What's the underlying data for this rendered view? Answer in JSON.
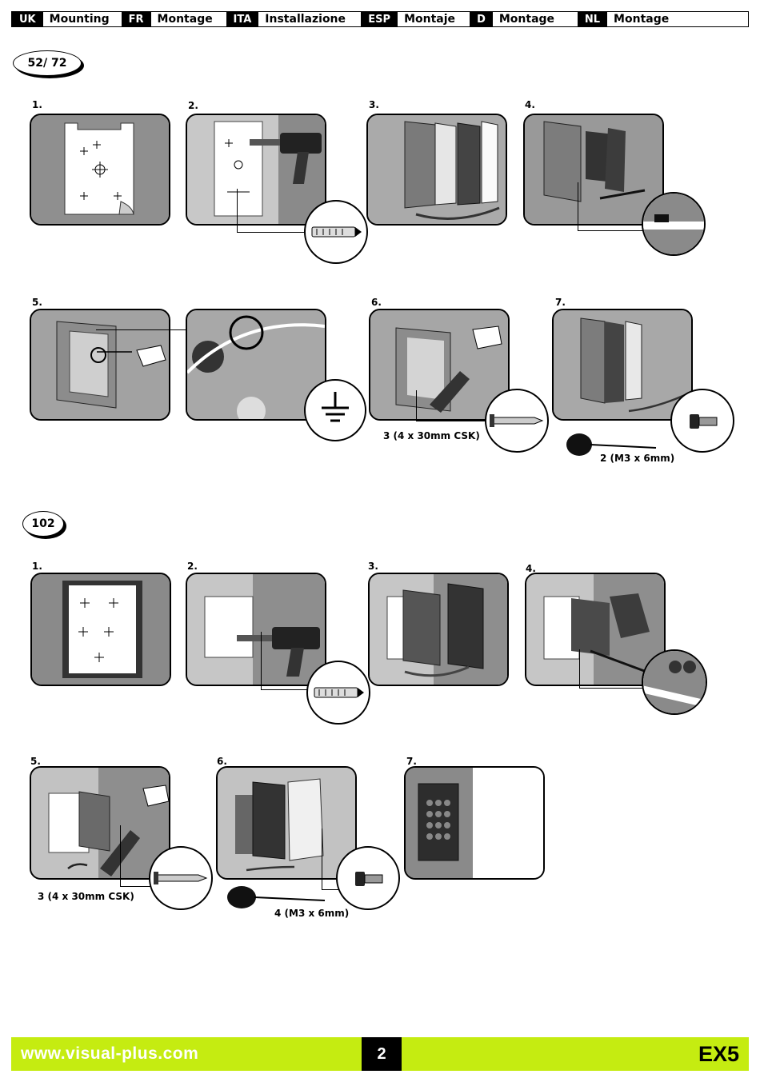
{
  "header": {
    "languages": [
      {
        "code": "UK",
        "label": "Mounting"
      },
      {
        "code": "FR",
        "label": "Montage"
      },
      {
        "code": "ITA",
        "label": "Installazione"
      },
      {
        "code": "ESP",
        "label": "Montaje"
      },
      {
        "code": "D",
        "label": "Montage"
      },
      {
        "code": "NL",
        "label": "Montage"
      }
    ]
  },
  "section1": {
    "model": "52/ 72",
    "steps": [
      "1.",
      "2.",
      "3.",
      "4.",
      "5.",
      "6.",
      "7."
    ],
    "captions": {
      "screws_csk": "3 (4 x 30mm CSK)",
      "screws_m3": "2 (M3 x 6mm)"
    }
  },
  "section2": {
    "model": "102",
    "steps": [
      "1.",
      "2.",
      "3.",
      "4.",
      "5.",
      "6.",
      "7."
    ],
    "captions": {
      "screws_csk": "3 (4 x 30mm CSK)",
      "screws_m3": "4 (M3 x 6mm)"
    }
  },
  "icons": [
    "drill-icon",
    "wall-plug-icon",
    "screwdriver-icon",
    "ground-symbol-icon",
    "screw-icon"
  ],
  "colors": {
    "footer_bg": "#c5ec11",
    "footer_text": "#ffffff"
  },
  "footer": {
    "url": "www.visual-plus.com",
    "page": "2",
    "model": "EX5"
  }
}
